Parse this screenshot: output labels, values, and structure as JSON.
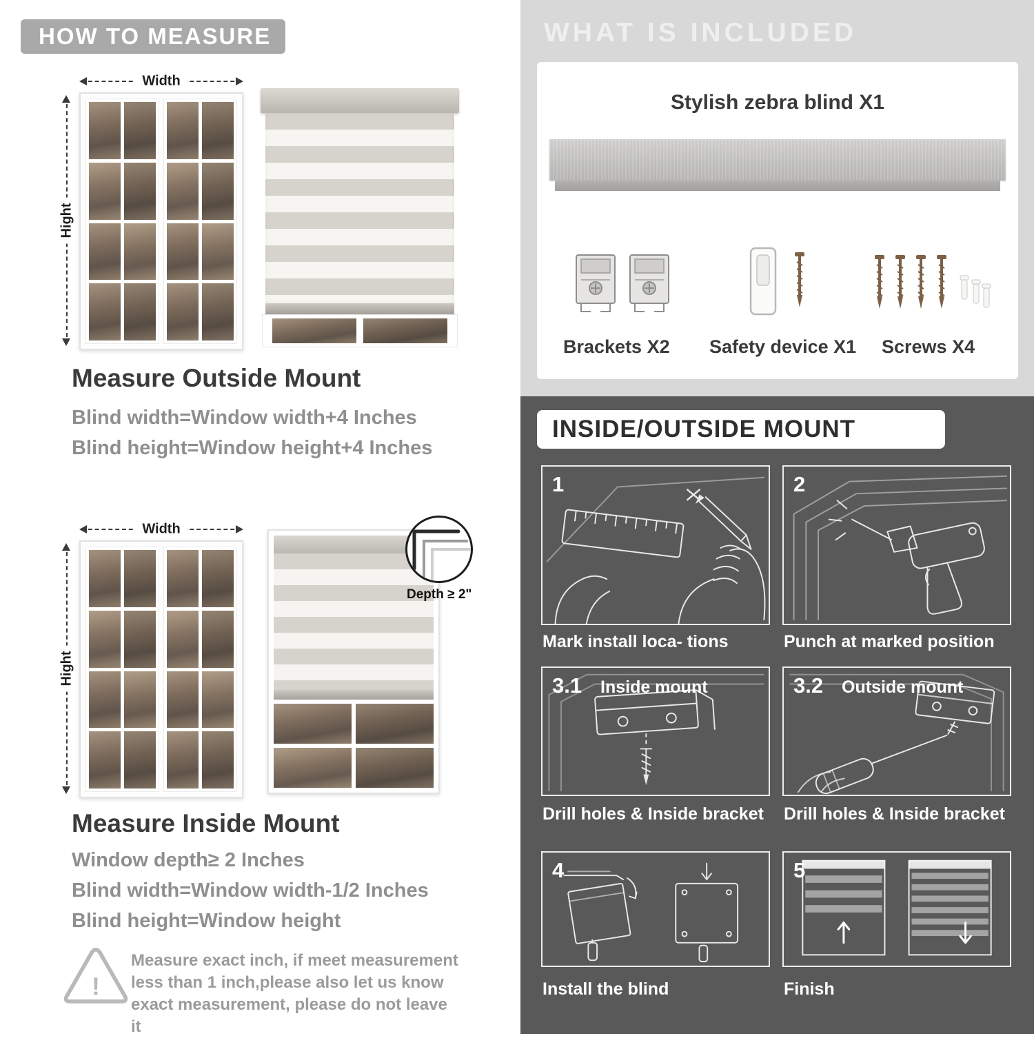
{
  "colors": {
    "badge_gray": "#a9a9a9",
    "light_section": "#d8d8d8",
    "dark_section": "#595959",
    "text_dark": "#3a3a3a",
    "text_gray": "#8f8f8f"
  },
  "measure": {
    "header": "HOW TO MEASURE",
    "width_label": "Width",
    "height_label": "Hight",
    "depth_label": "Depth ≥ 2\"",
    "outside": {
      "heading": "Measure Outside Mount",
      "lines": [
        "Blind width=Window width+4 Inches",
        "Blind height=Window height+4 Inches"
      ]
    },
    "inside": {
      "heading": "Measure Inside Mount",
      "lines": [
        "Window depth≥ 2 Inches",
        "Blind width=Window width-1/2 Inches",
        "Blind height=Window height"
      ]
    },
    "note": {
      "mark": "!",
      "text": "Measure exact inch, if meet measurement less than 1 inch,please also let us know exact measurement, please do not leave it"
    }
  },
  "included": {
    "header": "WHAT IS INCLUDED",
    "blind_label": "Stylish zebra blind X1",
    "items": [
      {
        "label": "Brackets X2"
      },
      {
        "label": "Safety device X1"
      },
      {
        "label": "Screws X4"
      }
    ]
  },
  "mount": {
    "header": "INSIDE/OUTSIDE MOUNT",
    "steps": [
      {
        "num": "1",
        "title": "",
        "caption": "Mark install loca- tions"
      },
      {
        "num": "2",
        "title": "",
        "caption": "Punch at  marked position"
      },
      {
        "num": "3.1",
        "title": "Inside mount",
        "caption": "Drill holes &  Inside bracket"
      },
      {
        "num": "3.2",
        "title": "Outside mount",
        "caption": "Drill holes &  Inside bracket"
      },
      {
        "num": "4",
        "title": "",
        "caption": "Install the blind"
      },
      {
        "num": "5",
        "title": "",
        "caption": "Finish"
      }
    ]
  }
}
